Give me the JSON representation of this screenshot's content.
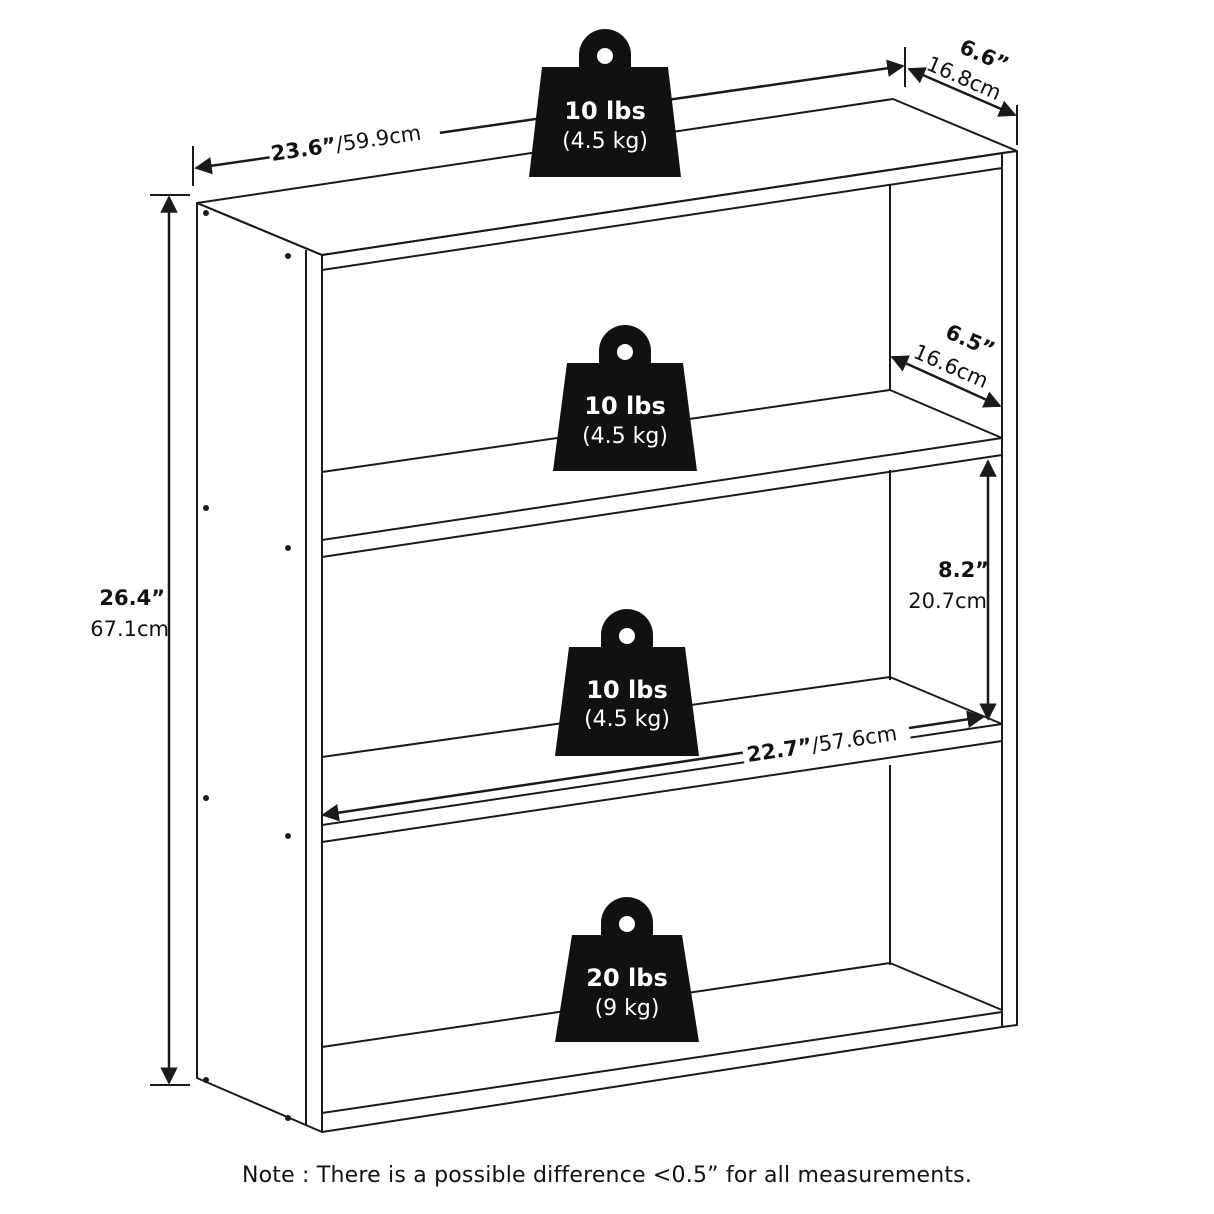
{
  "dimensions": {
    "width": {
      "in": "23.6”",
      "cm": "/59.9cm"
    },
    "depth": {
      "in": "6.6”",
      "cm": "16.8cm"
    },
    "height": {
      "in": "26.4”",
      "cm": "67.1cm"
    },
    "shelf_depth": {
      "in": "6.5”",
      "cm": "16.6cm"
    },
    "shelf_gap": {
      "in": "8.2”",
      "cm": "20.7cm"
    },
    "inner_width": {
      "in": "22.7”",
      "cm": "/57.6cm"
    }
  },
  "weights": {
    "top": {
      "lbs": "10 lbs",
      "kg": "(4.5 kg)"
    },
    "shelf_upper": {
      "lbs": "10 lbs",
      "kg": "(4.5 kg)"
    },
    "shelf_middle": {
      "lbs": "10 lbs",
      "kg": "(4.5 kg)"
    },
    "bottom": {
      "lbs": "20 lbs",
      "kg": "(9 kg)"
    }
  },
  "note": "Note : There is a possible difference <0.5” for all measurements.",
  "colors": {
    "line": "#1a1a1a",
    "weight_fill": "#111111",
    "background": "#ffffff"
  }
}
